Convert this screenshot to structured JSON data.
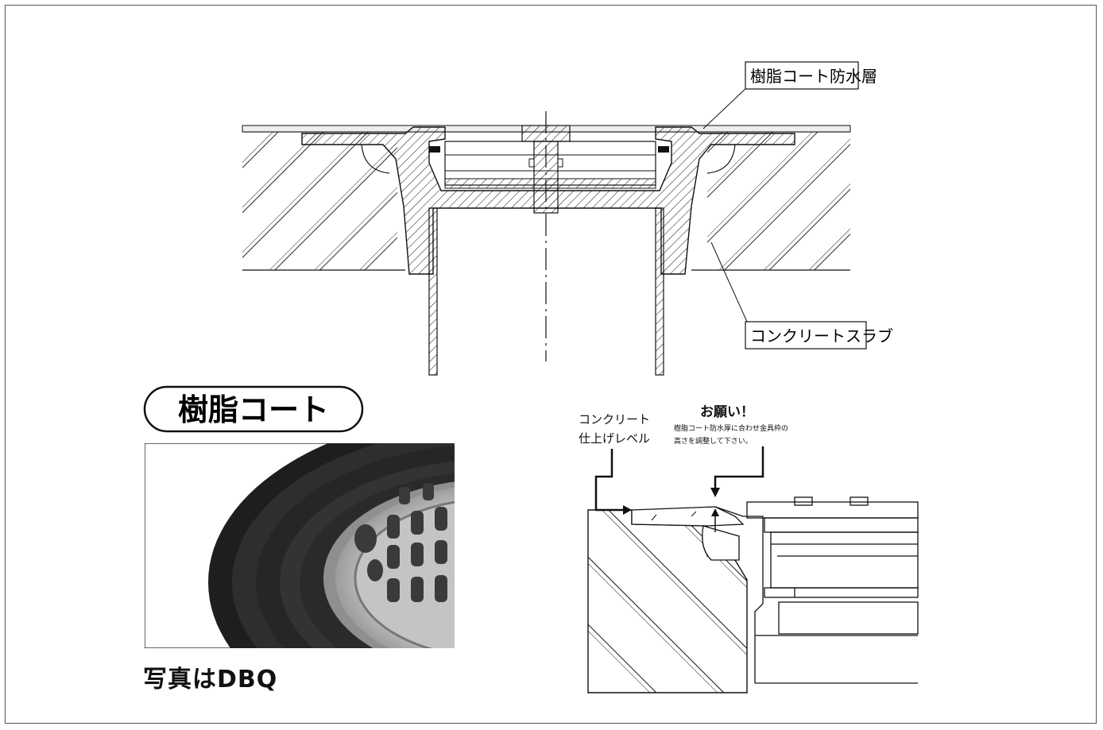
{
  "labels": {
    "resin_coat_layer": "樹脂コート防水層",
    "concrete_slab": "コンクリートスラブ",
    "resin_coat_title": "樹脂コート",
    "photo_caption": "写真はDBQ",
    "concrete_finish_line1": "コンクリート",
    "concrete_finish_line2": "仕上げレベル",
    "request_title": "お願い！",
    "request_line1": "樹脂コート防水厚に合わせ金具枠の",
    "request_line2": "高さを調整して下さい。"
  },
  "icons": {
    "drain_photo": "drain-grate-photo"
  },
  "colors": {
    "line": "#111111",
    "photo_dark": "#2a2a2a",
    "steel": "#c9c9c9"
  }
}
